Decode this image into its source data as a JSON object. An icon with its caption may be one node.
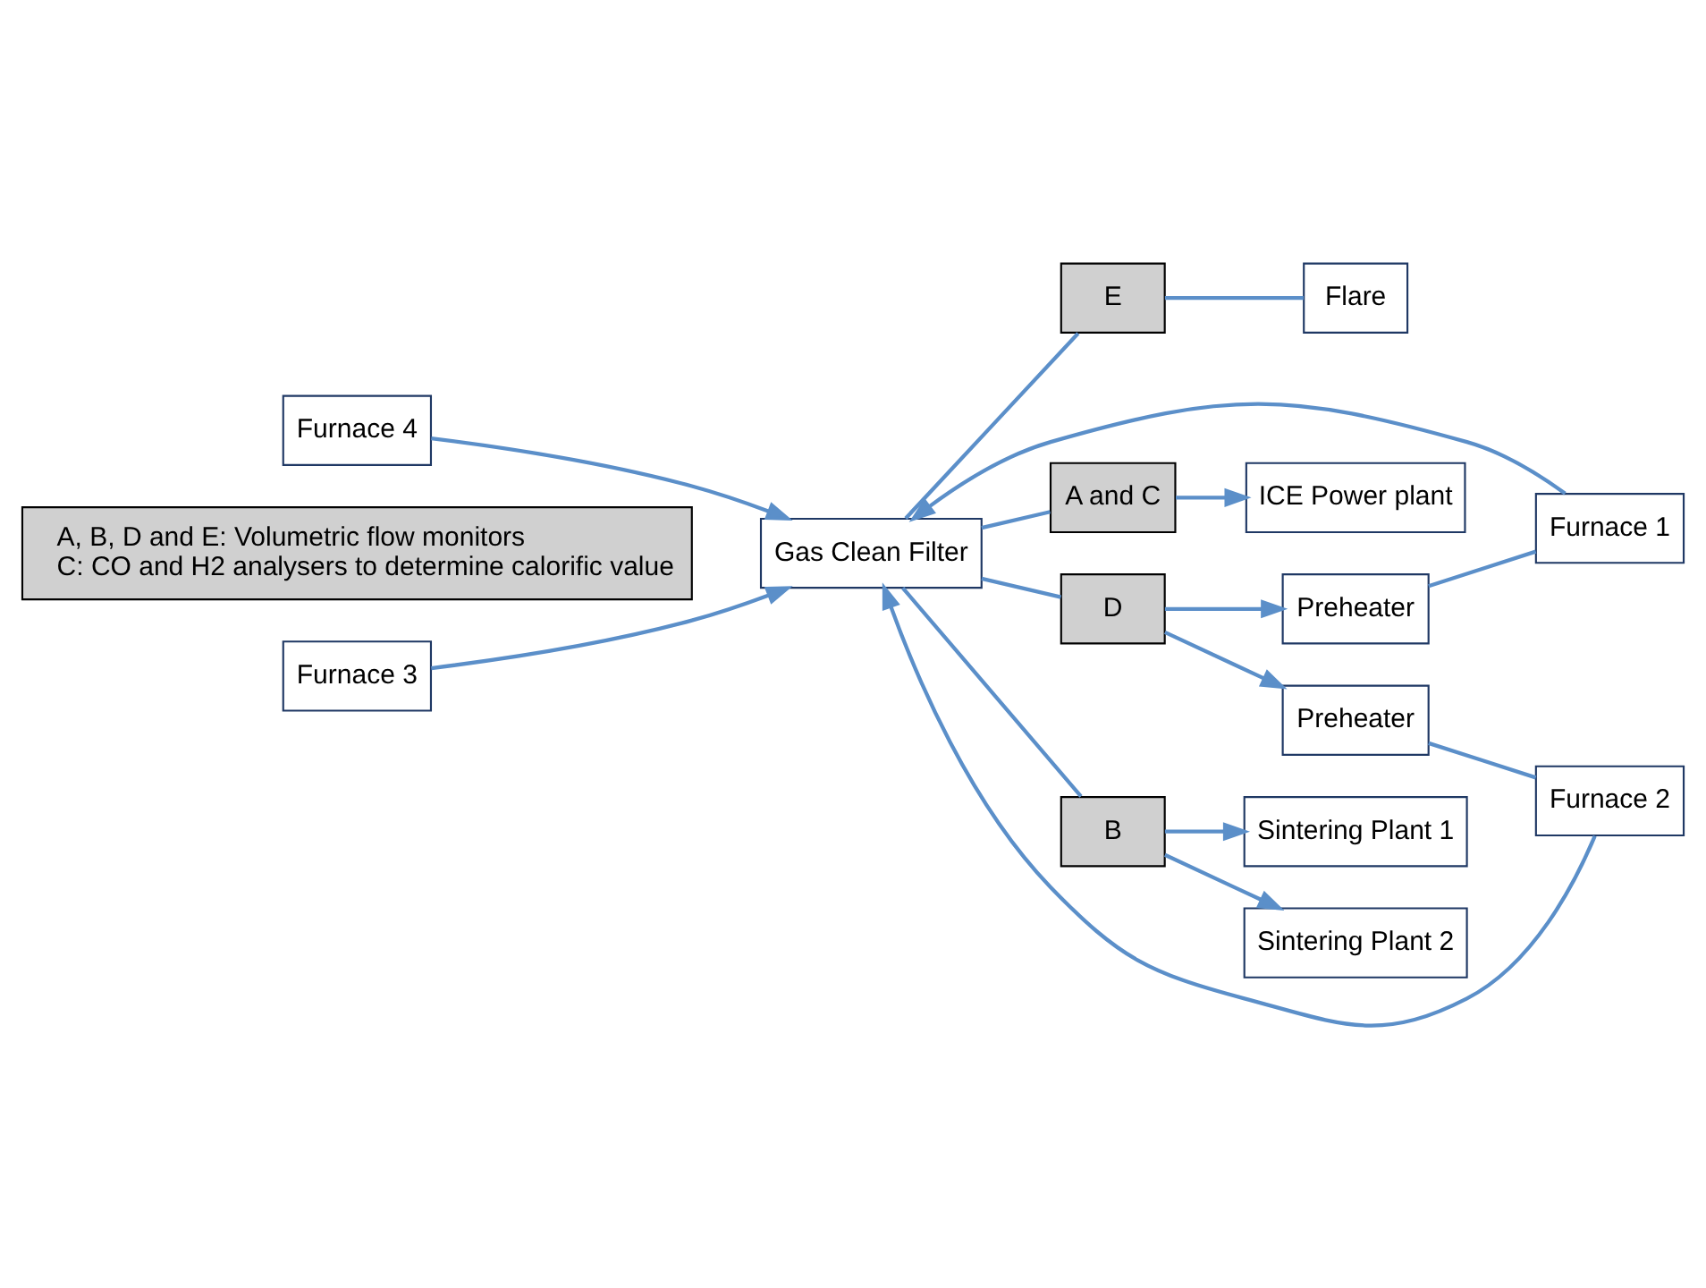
{
  "diagram": {
    "nodes": [
      {
        "text": [
          "Flare"
        ]
      },
      {
        "text": [
          "E"
        ]
      },
      {
        "text": [
          "Gas Clean Filter"
        ]
      },
      {
        "text": [
          "D"
        ]
      },
      {
        "text": [
          "A and C"
        ]
      },
      {
        "text": [
          "ICE Power plant"
        ]
      },
      {
        "text": [
          "B"
        ]
      },
      {
        "text": [
          "Preheater"
        ]
      },
      {
        "text": [
          "Furnace 1"
        ]
      },
      {
        "text": [
          "Preheater"
        ]
      },
      {
        "text": [
          "Furnace 2"
        ]
      },
      {
        "text": [
          "Furnace 3"
        ]
      },
      {
        "text": [
          "Furnace 4"
        ]
      },
      {
        "text": [
          "Sintering Plant 1"
        ]
      },
      {
        "text": [
          "Sintering Plant 2"
        ]
      },
      {
        "text": [
          "A, B, D and E: Volumetric flow monitors",
          "C: CO and H2 analysers to determine calorific value"
        ]
      }
    ],
    "edges": [
      {
        "from": 2,
        "to": 1,
        "arrow": "none"
      },
      {
        "from": 1,
        "to": 0,
        "arrow": "none"
      },
      {
        "from": 2,
        "to": 4,
        "arrow": "none"
      },
      {
        "from": 4,
        "to": 5,
        "arrow": "to"
      },
      {
        "from": 2,
        "to": 3,
        "arrow": "none"
      },
      {
        "from": 3,
        "to": 7,
        "arrow": "to"
      },
      {
        "from": 3,
        "to": 9,
        "arrow": "to"
      },
      {
        "from": 7,
        "to": 8,
        "arrow": "none"
      },
      {
        "from": 9,
        "to": 10,
        "arrow": "none"
      },
      {
        "from": 8,
        "to": 2,
        "arrow": "to"
      },
      {
        "from": 10,
        "to": 2,
        "arrow": "to"
      },
      {
        "from": 11,
        "to": 2,
        "arrow": "to"
      },
      {
        "from": 12,
        "to": 2,
        "arrow": "to"
      },
      {
        "from": 2,
        "to": 6,
        "arrow": "none"
      },
      {
        "from": 6,
        "to": 13,
        "arrow": "to"
      },
      {
        "from": 6,
        "to": 14,
        "arrow": "to"
      }
    ]
  }
}
